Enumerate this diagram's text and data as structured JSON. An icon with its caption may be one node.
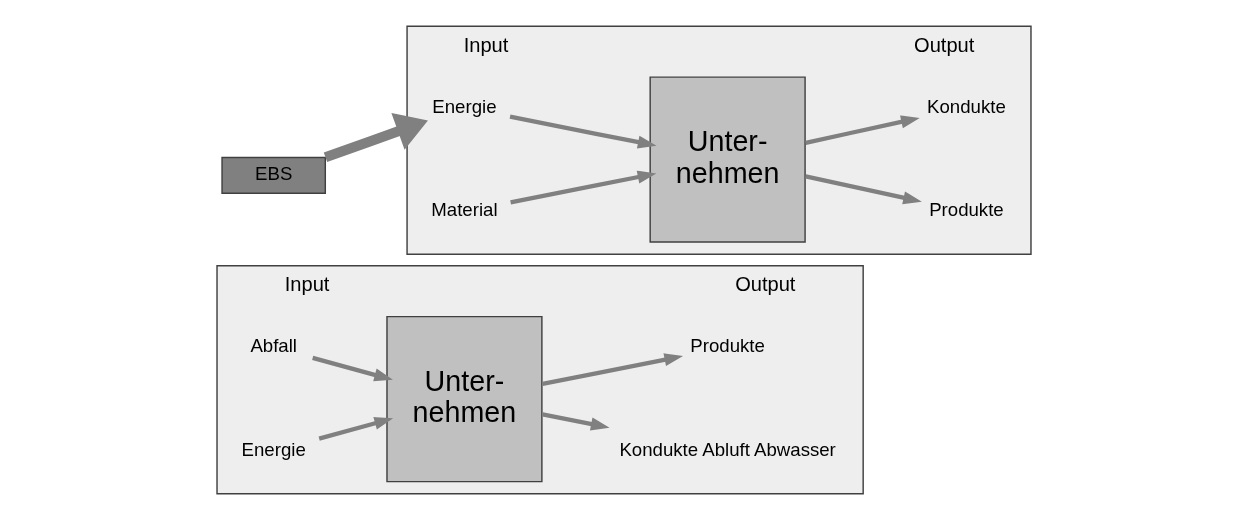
{
  "diagram": {
    "nodes": [
      {
        "text": [
          "Input",
          "Output"
        ]
      },
      {
        "text": [
          "Abfall"
        ],
        "in": 0
      },
      {
        "text": [
          "Energie"
        ],
        "in": 0
      },
      {
        "text": [
          "Unter- nehmen"
        ],
        "in": 0
      },
      {
        "text": [
          "Kondukte Abluft Abwasser"
        ],
        "in": 0
      },
      {
        "text": [
          "Produkte"
        ],
        "in": 0
      },
      {
        "text": [
          "EBS"
        ]
      },
      {
        "text": [
          "Input",
          "Output"
        ]
      },
      {
        "text": [
          "Energie"
        ],
        "in": 7
      },
      {
        "text": [
          "Material"
        ],
        "in": 7
      },
      {
        "text": [
          "Unter- nehmen"
        ],
        "in": 7
      },
      {
        "text": [
          "Produkte"
        ],
        "in": 7
      },
      {
        "text": [
          "Kondukte"
        ],
        "in": 7
      }
    ],
    "edges": [
      {
        "from": 1,
        "to": 3,
        "arrow": "to"
      },
      {
        "from": 2,
        "to": 3,
        "arrow": "to"
      },
      {
        "from": 3,
        "to": 4,
        "arrow": "to"
      },
      {
        "from": 3,
        "to": 5,
        "arrow": "to"
      },
      {
        "from": 6,
        "to": 8,
        "arrow": "to",
        "style": "thick"
      },
      {
        "from": 8,
        "to": 10,
        "arrow": "to"
      },
      {
        "from": 9,
        "to": 10,
        "arrow": "to"
      },
      {
        "from": 10,
        "to": 11,
        "arrow": "to"
      },
      {
        "from": 10,
        "to": 12,
        "arrow": "to"
      }
    ]
  }
}
